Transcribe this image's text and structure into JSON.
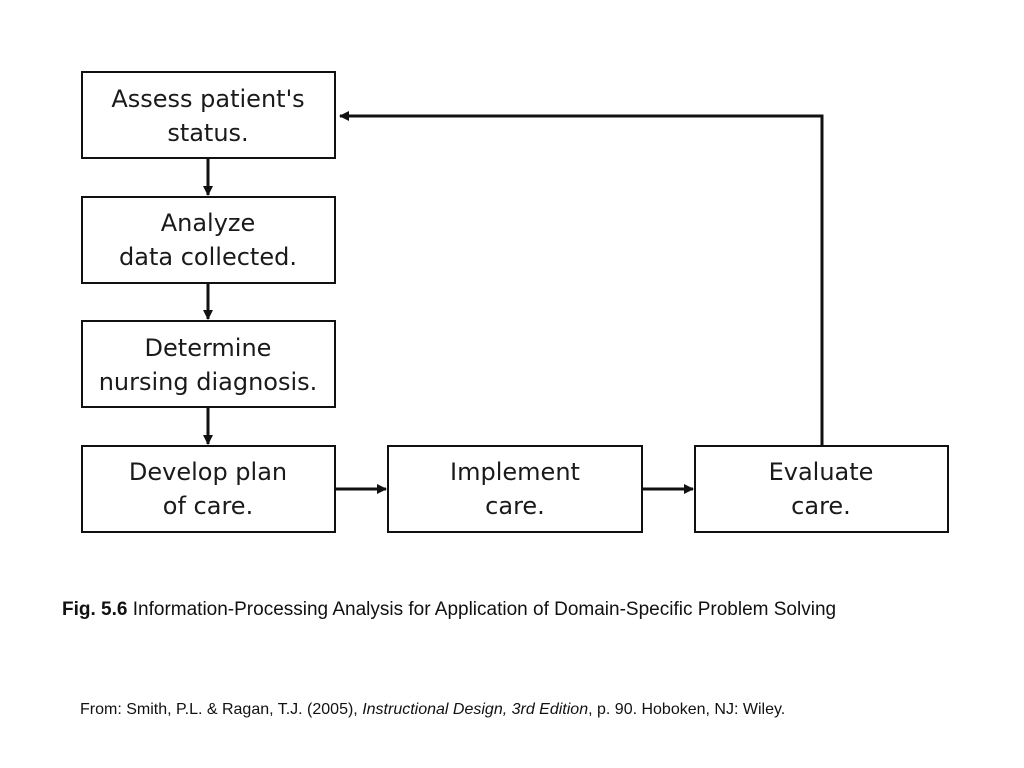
{
  "diagram": {
    "nodes": [
      {
        "id": "assess",
        "lines": [
          "Assess patient's",
          "status."
        ]
      },
      {
        "id": "analyze",
        "lines": [
          "Analyze",
          "data collected."
        ]
      },
      {
        "id": "determine",
        "lines": [
          "Determine",
          "nursing diagnosis."
        ]
      },
      {
        "id": "develop",
        "lines": [
          "Develop plan",
          "of care."
        ]
      },
      {
        "id": "implement",
        "lines": [
          "Implement",
          "care."
        ]
      },
      {
        "id": "evaluate",
        "lines": [
          "Evaluate",
          "care."
        ]
      }
    ],
    "edges": [
      {
        "from": "assess",
        "to": "analyze"
      },
      {
        "from": "analyze",
        "to": "determine"
      },
      {
        "from": "determine",
        "to": "develop"
      },
      {
        "from": "develop",
        "to": "implement"
      },
      {
        "from": "implement",
        "to": "evaluate"
      },
      {
        "from": "evaluate",
        "to": "assess"
      }
    ]
  },
  "caption": {
    "figure_number": "Fig. 5.6",
    "text": " Information-Processing Analysis for Application of Domain-Specific Problem Solving"
  },
  "source": {
    "prefix": "From: Smith, P.L. & Ragan, T.J. (2005), ",
    "book_title": "Instructional Design, 3rd Edition",
    "suffix": ", p. 90. Hoboken, NJ: Wiley."
  }
}
